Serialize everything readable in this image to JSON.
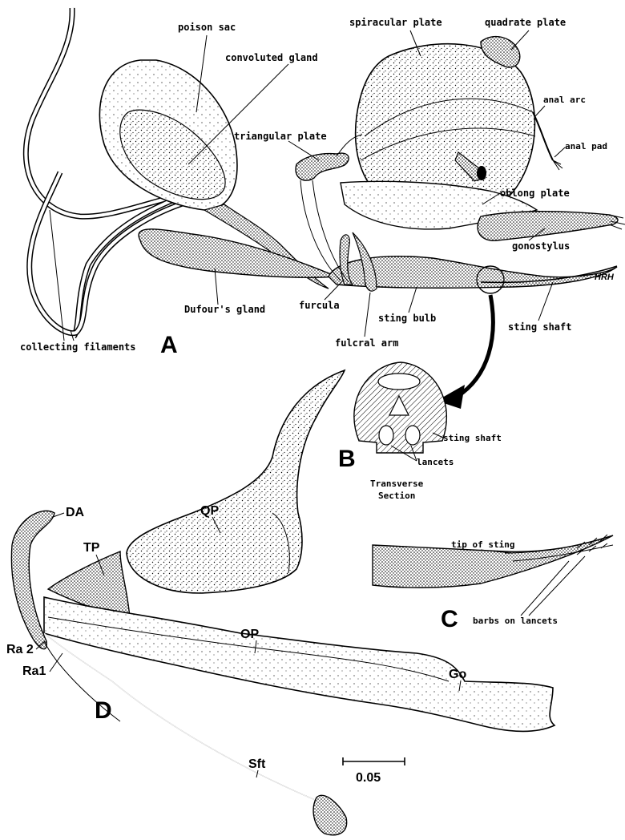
{
  "panels": {
    "a": "A",
    "b": "B",
    "c": "C",
    "d": "D"
  },
  "labels": {
    "poison_sac": "poison sac",
    "convoluted_gland": "convoluted gland",
    "spiracular_plate": "spiracular plate",
    "quadrate_plate": "quadrate plate",
    "anal_arc": "anal arc",
    "anal_pad": "anal pad",
    "triangular_plate": "triangular plate",
    "oblong_plate": "oblong plate",
    "gonostylus": "gonostylus",
    "dufours_gland": "Dufour's gland",
    "furcula": "furcula",
    "sting_bulb": "sting bulb",
    "sting_shaft": "sting shaft",
    "fulcral_arm": "fulcral arm",
    "collecting_filaments": "collecting filaments",
    "signature": "HRH"
  },
  "section_b": {
    "sting_shaft": "sting shaft",
    "lancets": "lancets",
    "caption_line1": "Transverse",
    "caption_line2": "Section"
  },
  "section_c": {
    "tip_of_sting": "tip of sting",
    "barbs_on_lancets": "barbs on lancets"
  },
  "section_d": {
    "qp": "QP",
    "da": "DA",
    "tp": "TP",
    "op": "OP",
    "ra2": "Ra 2",
    "ra1": "Ra1",
    "go": "Go",
    "sft": "Sft"
  },
  "scale_bar": {
    "value": "0.05"
  },
  "colors": {
    "ink": "#000000",
    "paper": "#ffffff"
  }
}
